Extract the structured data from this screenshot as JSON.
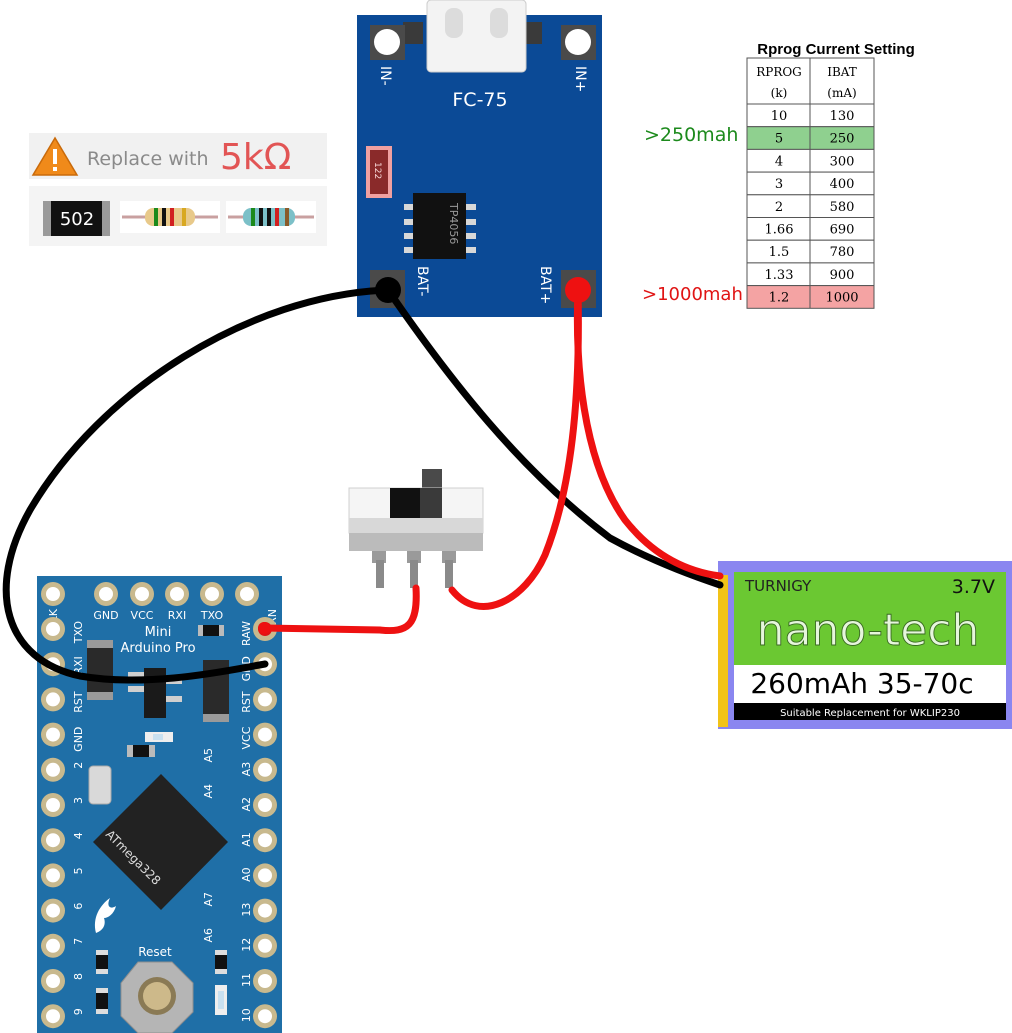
{
  "colors": {
    "wire_black": "#000000",
    "wire_red": "#ee1111",
    "charger_board": "#0b4a96",
    "arduino_board": "#1f6fa7",
    "battery_green": "#6bc832",
    "battery_frame": "#8a86f0",
    "highlight_green": "#8fd08f",
    "highlight_red": "#f4a3a3",
    "label_green": "#1c8a1c",
    "label_red": "#e01414"
  },
  "note": {
    "icon": "warning-icon",
    "prefix": "Replace with",
    "value": "5kΩ",
    "smd_code": "502"
  },
  "charger": {
    "name": "FC-75",
    "chip": "TP4056",
    "resistor_code": "122",
    "pin_in_minus": "IN-",
    "pin_in_plus": "IN+",
    "pin_bat_minus": "BAT-",
    "pin_bat_plus": "BAT+"
  },
  "table": {
    "title": "Rprog Current Setting",
    "col1_name": "RPROG",
    "col1_unit": "(k)",
    "col2_name": "IBAT",
    "col2_unit": "(mA)",
    "rows": [
      [
        "10",
        "130"
      ],
      [
        "5",
        "250"
      ],
      [
        "4",
        "300"
      ],
      [
        "3",
        "400"
      ],
      [
        "2",
        "580"
      ],
      [
        "1.66",
        "690"
      ],
      [
        "1.5",
        "780"
      ],
      [
        "1.33",
        "900"
      ],
      [
        "1.2",
        "1000"
      ]
    ],
    "label_250": ">250mah",
    "label_1000": ">1000mah"
  },
  "battery": {
    "brand": "TURNIGY",
    "voltage": "3.7V",
    "model": "nano-tech",
    "spec": "260mAh  35-70c",
    "footer": "Suitable Replacement for WKLIP230"
  },
  "arduino": {
    "name_line1": "Mini",
    "name_line2": "Arduino Pro",
    "chip": "ATmega328",
    "reset": "Reset",
    "top_pins": [
      "BLK",
      "GND",
      "VCC",
      "RXI",
      "TXO",
      "GRN"
    ],
    "left_pins": [
      "TXO",
      "RXI",
      "RST",
      "GND",
      "2",
      "3",
      "4",
      "5",
      "6",
      "7",
      "8",
      "9"
    ],
    "right_pins": [
      "RAW",
      "GND",
      "RST",
      "VCC",
      "A3",
      "A2",
      "A1",
      "A0",
      "13",
      "12",
      "11",
      "10"
    ],
    "inner_pins": [
      "A5",
      "A4",
      "A7",
      "A6"
    ]
  }
}
